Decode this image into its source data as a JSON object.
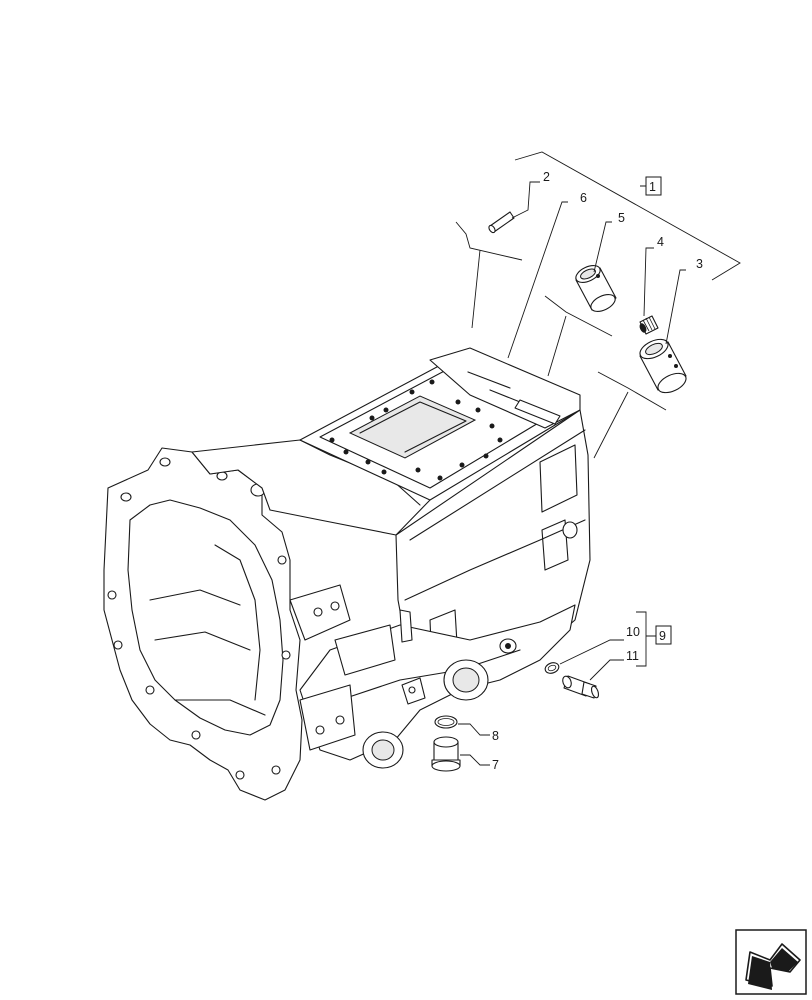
{
  "callouts": {
    "c1": "1",
    "c2": "2",
    "c3": "3",
    "c4": "4",
    "c5": "5",
    "c6": "6",
    "c7": "7",
    "c8": "8",
    "c9": "9",
    "c10": "10",
    "c11": "11"
  },
  "nav_icon": "next-page-arrow-icon"
}
